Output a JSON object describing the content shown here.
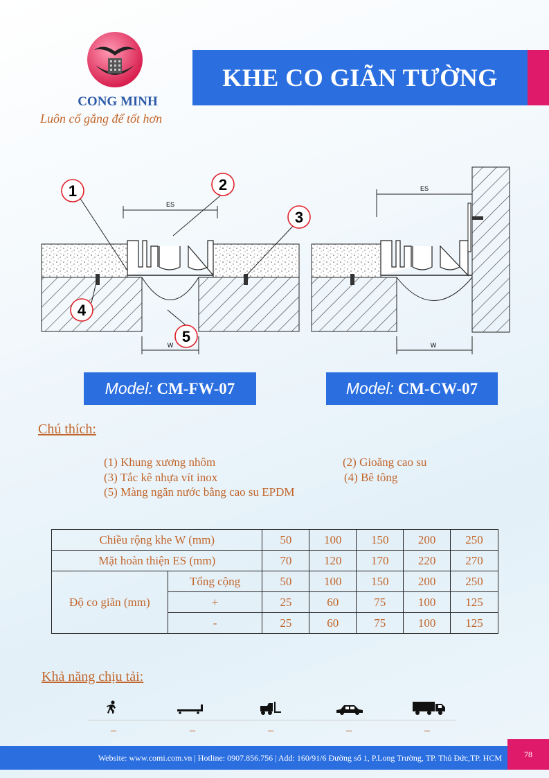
{
  "brand": {
    "name": "CONG MINH",
    "slogan": "Luôn cố gắng để tốt hơn"
  },
  "title": "KHE CO GIÃN TƯỜNG",
  "drawing": {
    "callouts": [
      "1",
      "2",
      "3",
      "4",
      "5"
    ],
    "dim_es": "ES",
    "dim_w": "W"
  },
  "models": [
    {
      "label": "Model:",
      "code": "CM-FW-07"
    },
    {
      "label": "Model:",
      "code": "CM-CW-07"
    }
  ],
  "notes": {
    "title": "Chú thích:",
    "items": [
      "(1) Khung xương nhôm",
      "(2) Gioăng cao su",
      "(3) Tắc kê nhựa vít inox",
      "(4) Bê tông",
      "(5) Màng ngăn nước bằng cao su EPDM"
    ]
  },
  "spec_table": {
    "row_w": {
      "label": "Chiều rộng khe W (mm)",
      "values": [
        "50",
        "100",
        "150",
        "200",
        "250"
      ]
    },
    "row_es": {
      "label": "Mặt hoàn thiện ES (mm)",
      "values": [
        "70",
        "120",
        "170",
        "220",
        "270"
      ]
    },
    "movement": {
      "label": "Độ co giãn (mm)",
      "rows": [
        {
          "sub": "Tổng cộng",
          "values": [
            "50",
            "100",
            "150",
            "200",
            "250"
          ]
        },
        {
          "sub": "+",
          "values": [
            "25",
            "60",
            "75",
            "100",
            "125"
          ]
        },
        {
          "sub": "-",
          "values": [
            "25",
            "60",
            "75",
            "100",
            "125"
          ]
        }
      ]
    }
  },
  "load": {
    "title": "Khả năng chịu tải:",
    "items": [
      {
        "icon": "pedestrian-icon",
        "value": "–"
      },
      {
        "icon": "trolley-icon",
        "value": "–"
      },
      {
        "icon": "forklift-icon",
        "value": "–"
      },
      {
        "icon": "car-icon",
        "value": "–"
      },
      {
        "icon": "truck-icon",
        "value": "–"
      }
    ]
  },
  "footer": {
    "text": "Website: www.comi.com.vn | Hotline: 0907.856.756 | Add: 160/91/6 Đường số 1, P.Long Trường, TP. Thủ Đức,TP. HCM",
    "page": "78"
  },
  "colors": {
    "blue": "#2a6ee0",
    "magenta": "#e01a6a",
    "text_orange": "#c2652a"
  }
}
